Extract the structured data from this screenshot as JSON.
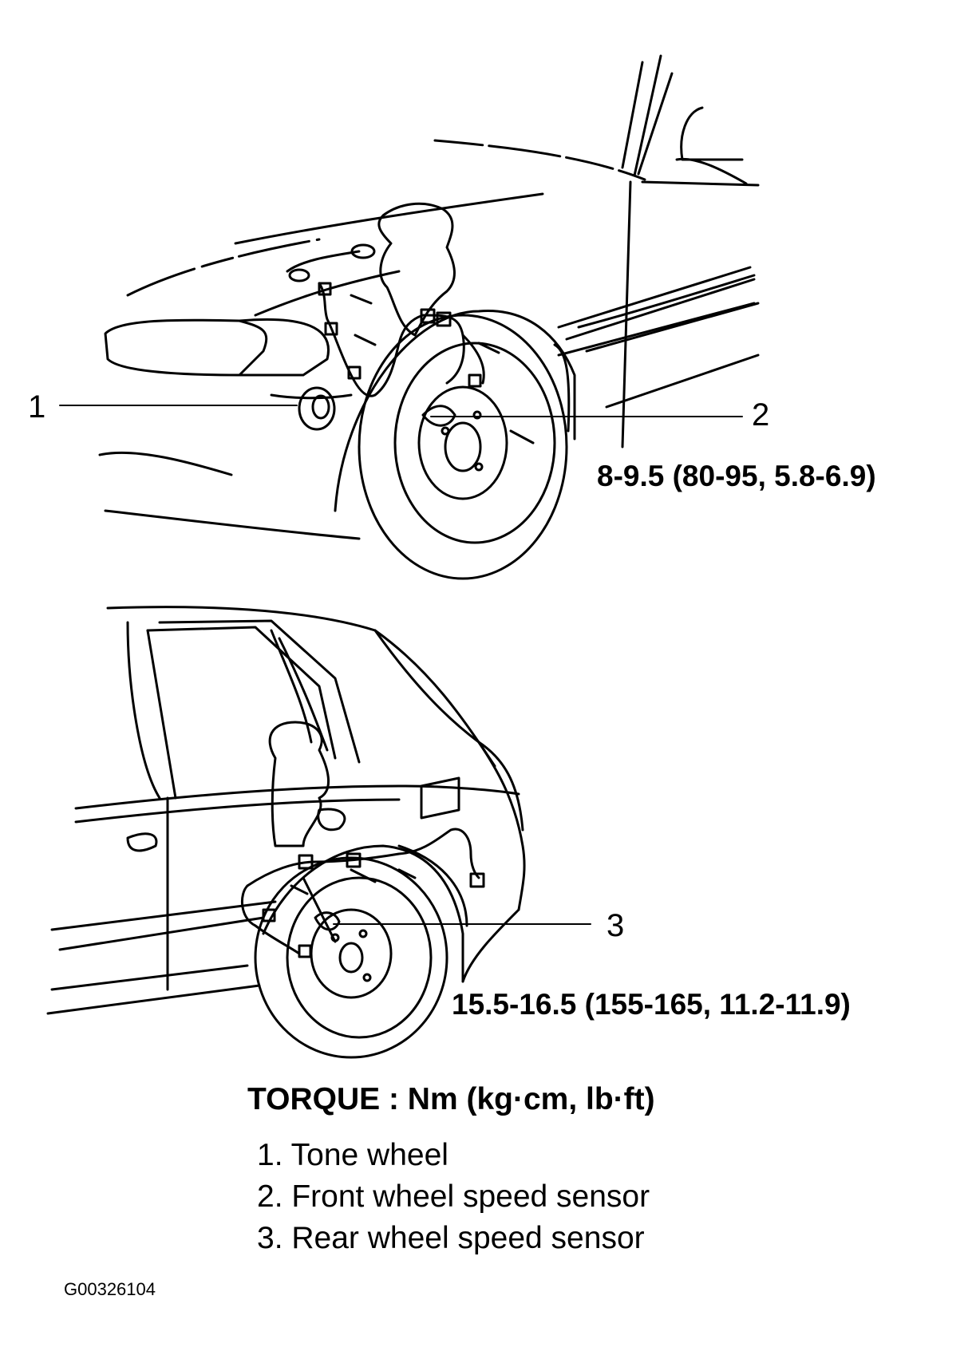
{
  "callouts": {
    "c1": "1",
    "c2": "2",
    "c3": "3"
  },
  "torques": {
    "front_sensor": "8-9.5 (80-95, 5.8-6.9)",
    "rear_sensor": "15.5-16.5 (155-165, 11.2-11.9)"
  },
  "heading": "TORQUE : Nm (kg·cm, lb·ft)",
  "legend": [
    "1. Tone wheel",
    "2. Front wheel speed sensor",
    "3. Rear wheel speed sensor"
  ],
  "figure_code": "G00326104"
}
